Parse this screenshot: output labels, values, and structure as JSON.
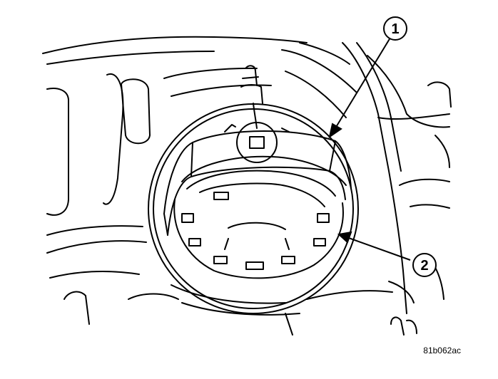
{
  "callouts": [
    {
      "number": "1"
    },
    {
      "number": "2"
    }
  ],
  "figure_code": "81b062ac",
  "colors": {
    "line": "#000000",
    "background": "#ffffff"
  }
}
